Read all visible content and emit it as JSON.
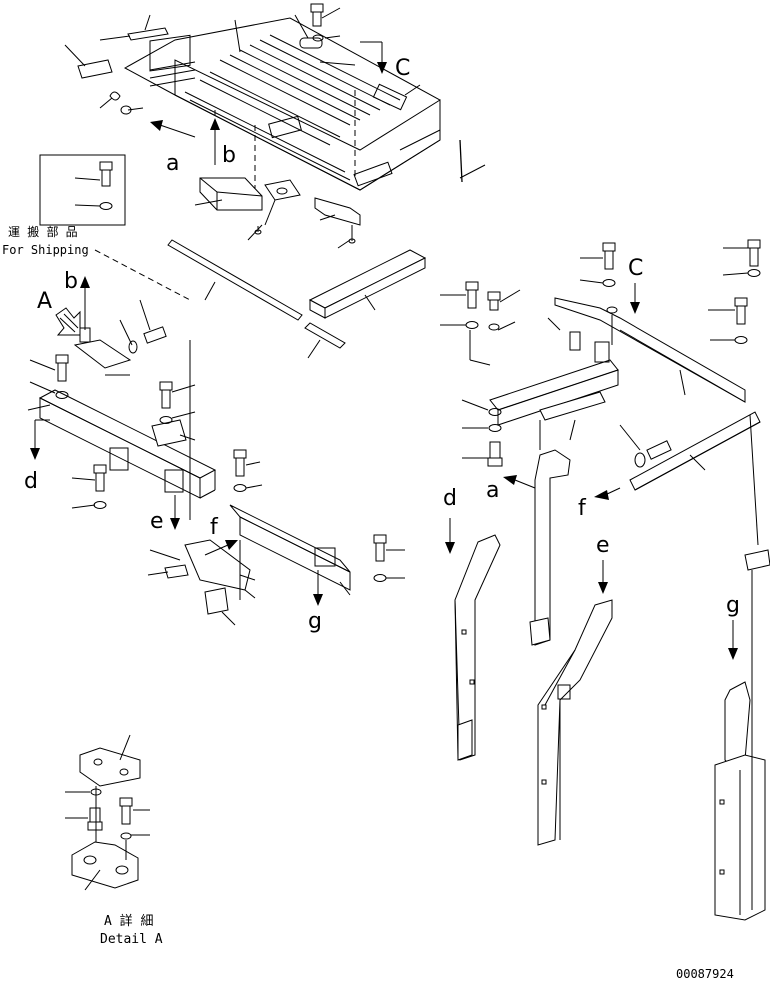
{
  "labels": {
    "c_top": "C",
    "a_top": "a",
    "b_top": "b",
    "A_arrow": "A",
    "b_mid": "b",
    "d_left": "d",
    "e_left": "e",
    "f_left": "f",
    "g_left": "g",
    "C_right": "C",
    "a_right": "a",
    "f_right": "f",
    "d_right": "d",
    "e_right": "e",
    "g_right": "g"
  },
  "notes": {
    "shipping_jp": "運 搬 部 品",
    "shipping_en": "For Shipping",
    "detail_jp": "A 詳 細",
    "detail_en": "Detail A",
    "drawing_no": "00087924"
  }
}
